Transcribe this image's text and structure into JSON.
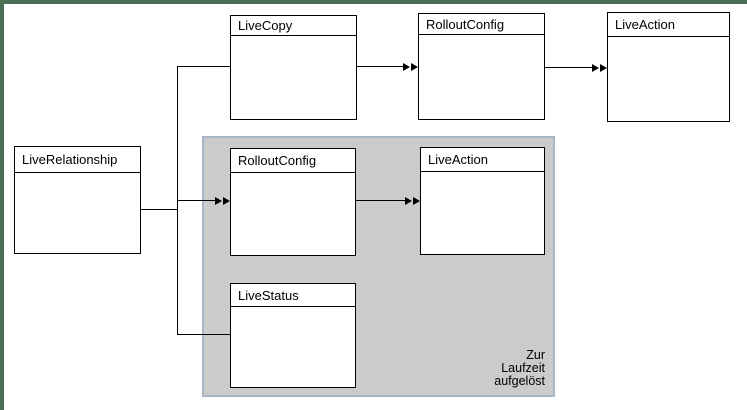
{
  "diagram": {
    "nodes": [
      {
        "id": "livecopy",
        "label": "LiveCopy"
      },
      {
        "id": "rolloutconfig-top",
        "label": "RolloutConfig"
      },
      {
        "id": "liveaction-top",
        "label": "LiveAction"
      },
      {
        "id": "liverelationship",
        "label": "LiveRelationship"
      },
      {
        "id": "rolloutconfig-runtime",
        "label": "RolloutConfig"
      },
      {
        "id": "liveaction-runtime",
        "label": "LiveAction"
      },
      {
        "id": "livestatus",
        "label": "LiveStatus"
      }
    ],
    "runtime_group": {
      "note": "Zur\nLaufzeit\naufgelöst"
    }
  },
  "colors": {
    "frame_green": "#4c6e54",
    "group_fill": "#cbcbcb",
    "group_border": "#a7b5c5",
    "line_color": "#000000",
    "box_border": "#000000",
    "box_fill": "#ffffff"
  }
}
